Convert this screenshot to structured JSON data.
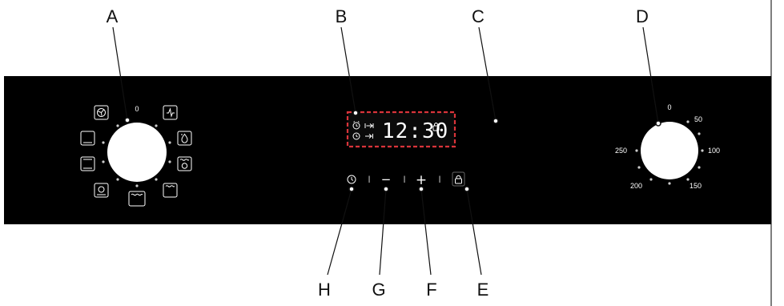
{
  "callouts": {
    "A": "A",
    "B": "B",
    "C": "C",
    "D": "D",
    "E": "E",
    "F": "F",
    "G": "G",
    "H": "H"
  },
  "display": {
    "time": "12:30"
  },
  "controls": {
    "minus_symbol": "−",
    "plus_symbol": "+",
    "separator": "I"
  },
  "temperature_scale": {
    "off_mark": "0",
    "t50": "50",
    "t100": "100",
    "t150": "150",
    "t200": "200",
    "t250": "250"
  },
  "function_selector": {
    "off_mark": "0",
    "icons": [
      "fan-grill-icon",
      "light-icon",
      "top-bottom-heat-icon",
      "defrost-icon",
      "bottom-heat-icon",
      "grill-fan-icon",
      "fan-bottom-icon",
      "grill-icon",
      "top-heat-icon"
    ]
  },
  "colors": {
    "panel": "#000000",
    "leader": "#111111",
    "highlight": "#d9343a"
  }
}
